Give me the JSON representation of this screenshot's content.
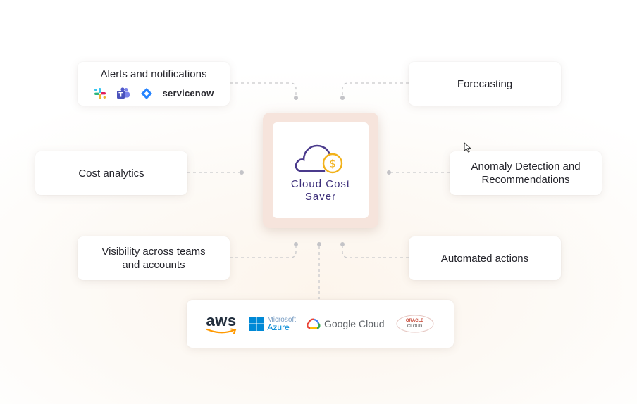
{
  "center": {
    "title": "Cloud Cost\nSaver",
    "icon": "cloud-dollar-icon"
  },
  "features": {
    "alerts": "Alerts and notifications",
    "forecasting": "Forecasting",
    "cost_analytics": "Cost analytics",
    "anomaly": "Anomaly Detection and\nRecommendations",
    "visibility": "Visibility across teams\nand accounts",
    "automated": "Automated actions"
  },
  "integrations": {
    "icons": [
      "slack-icon",
      "teams-icon",
      "jira-icon"
    ],
    "servicenow_label": "servicenow"
  },
  "providers": {
    "aws": "aws",
    "azure_line1": "Microsoft",
    "azure_line2": "Azure",
    "google_cloud": "Google Cloud",
    "oracle_line1": "ORACLE",
    "oracle_line2": "CLOUD"
  },
  "colors": {
    "center_text": "#3d2f7a",
    "cloud_stroke": "#4a3a8c",
    "dollar": "#f2b21b",
    "center_frame": "#f6e4dc"
  }
}
